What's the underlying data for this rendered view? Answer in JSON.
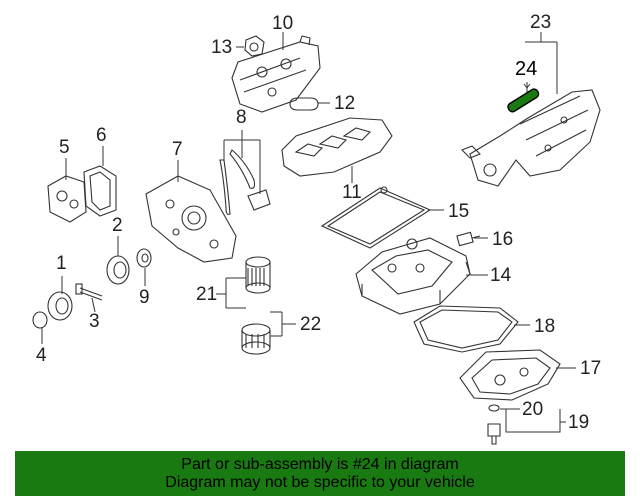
{
  "callouts": {
    "c1": "1",
    "c2": "2",
    "c3": "3",
    "c4": "4",
    "c5": "5",
    "c6": "6",
    "c7": "7",
    "c8": "8",
    "c9": "9",
    "c10": "10",
    "c11": "11",
    "c12": "12",
    "c13": "13",
    "c14": "14",
    "c15": "15",
    "c16": "16",
    "c17": "17",
    "c18": "18",
    "c19": "19",
    "c20": "20",
    "c21": "21",
    "c22": "22",
    "c23": "23",
    "c24": "24"
  },
  "highlight_part": "24",
  "colors": {
    "banner": "#1a7a12",
    "highlight": "#1a7a12",
    "line": "#333333"
  },
  "banner": {
    "line1": "Part or sub-assembly is #24 in diagram",
    "line2": "Diagram may not be specific to your vehicle"
  }
}
